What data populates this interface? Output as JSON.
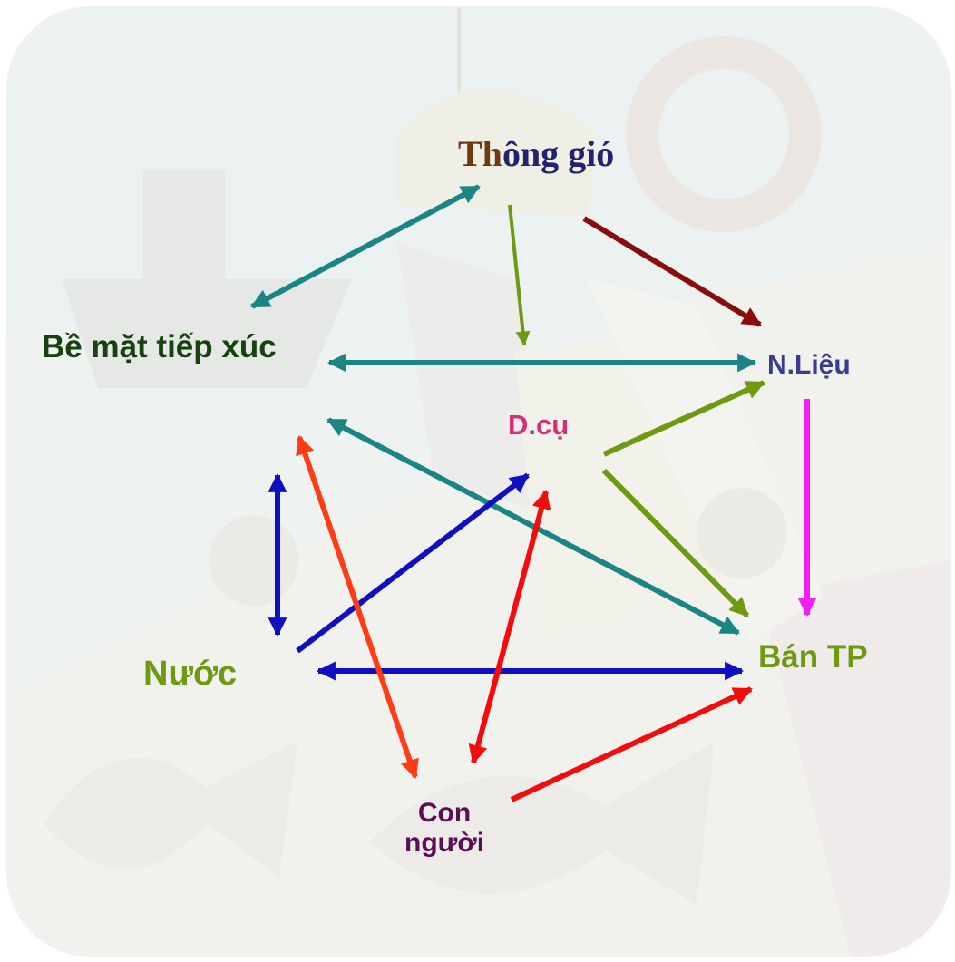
{
  "nodes": {
    "thong_gio_prefix": "Th",
    "thong_gio_rest": "ông gió",
    "be_mat": "Bề mặt tiếp xúc",
    "n_lieu": "N.Liệu",
    "d_cu": "D.cụ",
    "nuoc": "Nước",
    "ban_tp": "Bán TP",
    "con_nguoi_line1": "Con",
    "con_nguoi_line2": "người"
  },
  "colors": {
    "teal": "#1b8585",
    "olive": "#6e9a12",
    "dark_red": "#8a0d0d",
    "magenta": "#f21ff2",
    "blue": "#1010c0",
    "red_orange": "#ff3d14",
    "red": "#f40c0c"
  },
  "edges": [
    {
      "from": "Thông gió",
      "to": "Bề mặt tiếp xúc",
      "color": "teal",
      "bidirectional": true
    },
    {
      "from": "Thông gió",
      "to": "D.cụ",
      "color": "olive",
      "bidirectional": false
    },
    {
      "from": "Thông gió",
      "to": "N.Liệu",
      "color": "dark_red",
      "bidirectional": false
    },
    {
      "from": "Bề mặt tiếp xúc",
      "to": "N.Liệu",
      "color": "teal",
      "bidirectional": true
    },
    {
      "from": "N.Liệu",
      "to": "Bán TP",
      "color": "magenta",
      "bidirectional": false
    },
    {
      "from": "D.cụ",
      "to": "N.Liệu",
      "color": "olive",
      "bidirectional": false
    },
    {
      "from": "D.cụ",
      "to": "Bán TP",
      "color": "olive",
      "bidirectional": false
    },
    {
      "from": "Bán TP",
      "to": "Bề mặt tiếp xúc",
      "color": "teal",
      "bidirectional": true
    },
    {
      "from": "Nước",
      "to": "Bề mặt tiếp xúc",
      "color": "blue",
      "bidirectional": true
    },
    {
      "from": "Nước",
      "to": "D.cụ",
      "color": "blue",
      "bidirectional": false
    },
    {
      "from": "Nước",
      "to": "Bán TP",
      "color": "blue",
      "bidirectional": true
    },
    {
      "from": "Con người",
      "to": "Bề mặt tiếp xúc",
      "color": "red_orange",
      "bidirectional": true
    },
    {
      "from": "Con người",
      "to": "D.cụ",
      "color": "red",
      "bidirectional": true
    },
    {
      "from": "Con người",
      "to": "Bán TP",
      "color": "red",
      "bidirectional": false
    }
  ]
}
